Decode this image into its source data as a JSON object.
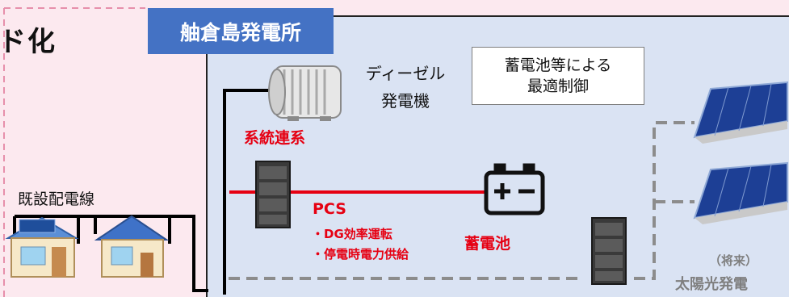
{
  "title_fragment": "ド化",
  "plant": {
    "name": "舳倉島発電所"
  },
  "control_box": {
    "line1": "蓄電池等による",
    "line2": "最適制御"
  },
  "diesel": {
    "line1": "ディーゼル",
    "line2": "発電機"
  },
  "grid_link": "系統連系",
  "pcs": {
    "label": "PCS",
    "functions": [
      "・DG効率運転",
      "・停電時電力供給"
    ]
  },
  "battery": {
    "label": "蓄電池"
  },
  "feeder": {
    "label": "既設配電線"
  },
  "pv": {
    "status": "（将来）",
    "label": "太陽光発電"
  },
  "colors": {
    "plant_blue": "#4472c4",
    "accent_red": "#e60012",
    "future_gray": "#7f7f7f",
    "zone_bg": "#dae3f3",
    "page_bg": "#fce9ef"
  }
}
